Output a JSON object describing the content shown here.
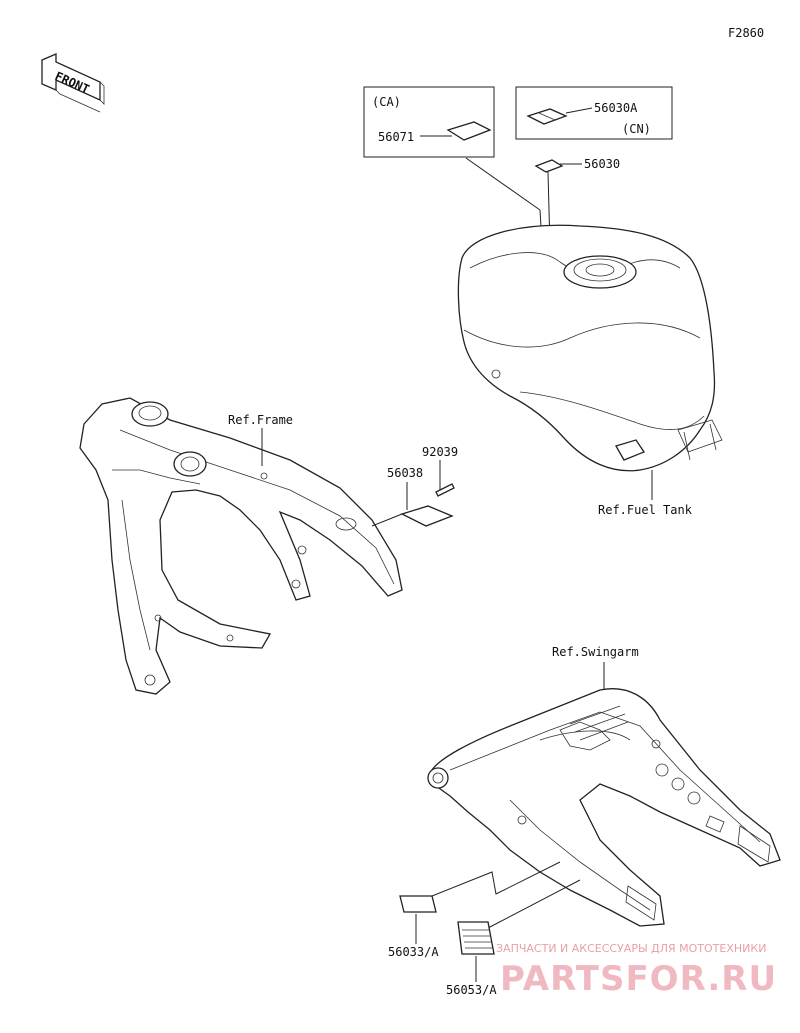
{
  "figure_code": "F2860",
  "front_label": "FRONT",
  "callouts": {
    "ca_box": "(CA)",
    "cn_box": "(CN)",
    "p56071": "56071",
    "p56030A": "56030A",
    "p56030": "56030",
    "p92039": "92039",
    "p56038": "56038",
    "p56033": "56033/A",
    "p56053": "56053/A"
  },
  "references": {
    "frame": "Ref.Frame",
    "fuel_tank": "Ref.Fuel Tank",
    "swingarm": "Ref.Swingarm"
  },
  "watermark": {
    "tagline": "ЗАПЧАСТИ И АКСЕССУАРЫ ДЛЯ МОТОТЕХНИКИ",
    "brand": "PARTSFOR.RU"
  }
}
